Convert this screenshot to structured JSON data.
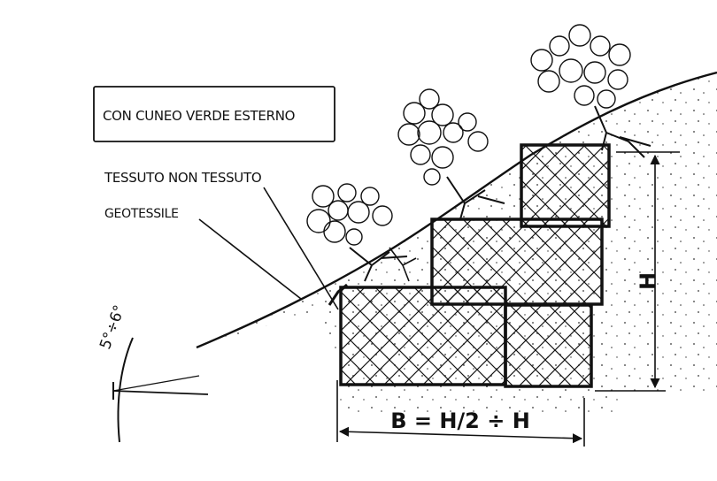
{
  "title_box": {
    "text": "CON CUNEO VERDE ESTERNO"
  },
  "labels": {
    "fabric": "TESSUTO NON TESSUTO",
    "geotextile": "GEOTESSILE"
  },
  "dimensions": {
    "height": "H",
    "base": "B = H/2 ÷ H",
    "angle": "5°÷6°"
  },
  "colors": {
    "ink": "#111111",
    "paper": "#ffffff"
  },
  "icons": [
    "shrub-icon",
    "shrub-icon",
    "shrub-icon",
    "shrub-icon"
  ]
}
